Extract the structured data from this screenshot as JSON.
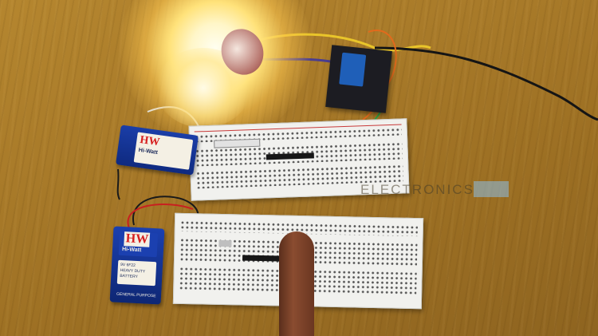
{
  "scene": {
    "battery_top": {
      "brand": "HW",
      "model": "Hi-Watt",
      "colors": {
        "body": "#1a3ea8",
        "brand": "#d62020"
      }
    },
    "battery_bottom": {
      "brand": "HW",
      "model": "Hi-Watt",
      "small_text": [
        "9V 6F22",
        "HEAVY DUTY",
        "BATTERY"
      ],
      "footer": "GENERAL PURPOSE"
    },
    "watermark": {
      "text": "ELECTRONICS"
    },
    "colors": {
      "table": "#a87a29",
      "breadboard": "#f1f1ee",
      "relay_module": "#1f5fb8",
      "wire_yellow": "#e9c52a",
      "wire_purple": "#4a3d8f",
      "wire_orange": "#e26a1c",
      "wire_red": "#c82020",
      "wire_green": "#2ea043"
    }
  }
}
